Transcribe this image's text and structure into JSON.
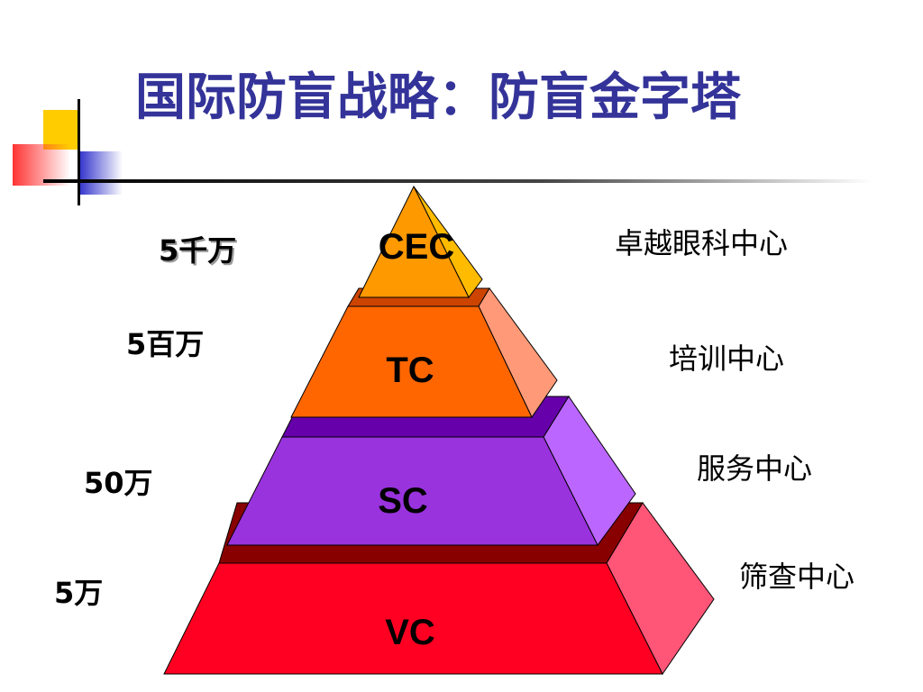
{
  "title": "国际防盲战略：防盲金字塔",
  "colors": {
    "title": "#333399",
    "accent_yellow": "#ffcc00",
    "accent_red": "#ff3333",
    "accent_blue": "#3333cc"
  },
  "pyramid": {
    "tiers": [
      {
        "label": "CEC",
        "count": "5千万",
        "center": "卓越眼科中心",
        "front": "#ff9900",
        "top": "#ffb733",
        "side": "#ffbb00"
      },
      {
        "label": "TC",
        "count": "5百万",
        "center": "培训中心",
        "front": "#ff6600",
        "top": "#cc4400",
        "side": "#ff9977"
      },
      {
        "label": "SC",
        "count": "50万",
        "center": "服务中心",
        "front": "#9933dd",
        "top": "#6600aa",
        "side": "#bb66ff"
      },
      {
        "label": "VC",
        "count": "5万",
        "center": "筛查中心",
        "front": "#ff0022",
        "top": "#880000",
        "side": "#ff5577"
      }
    ]
  }
}
